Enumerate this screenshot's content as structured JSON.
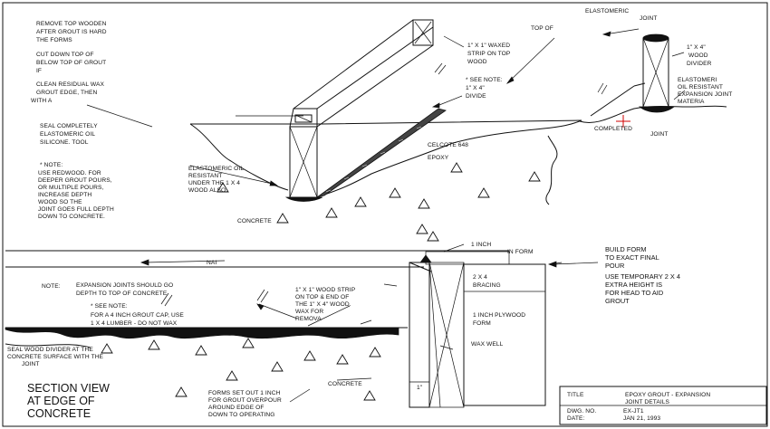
{
  "notes": {
    "remove_top": [
      "REMOVE TOP WOODEN",
      "AFTER GROUT IS HARD",
      "THE FORMS"
    ],
    "cut_down": [
      "CUT DOWN TOP OF",
      "BELOW TOP OF GROUT",
      "IF"
    ],
    "clean_residual": [
      "CLEAN RESIDUAL WAX",
      "GROUT EDGE, THEN",
      "WITH A"
    ],
    "seal_completely": [
      "SEAL COMPLETELY",
      "ELASTOMERIC OIL",
      "SILICONE. TOOL"
    ],
    "note_redwood": [
      "* NOTE:",
      "USE REDWOOD. FOR",
      "DEEPER GROUT POURS,",
      "OR MULTIPLE POURS,",
      "INCREASE DEPTH",
      "WOOD SO THE",
      "JOINT GOES FULL DEPTH",
      "DOWN TO CONCRETE."
    ],
    "elastomeric_oil": [
      "ELASTOMERIC OIL",
      "RESISTANT",
      "UNDER THE 1 X 4",
      "WOOD ALSO."
    ],
    "concrete_upper": "CONCRETE",
    "top_of": "TOP OF",
    "waxed_strip": [
      "1\" X 1\" WAXED",
      "STRIP ON TOP",
      "WOOD"
    ],
    "see_note_divider": [
      "* SEE NOTE:",
      "1\" X 4\"",
      "DIVIDE"
    ],
    "celcote": "CELCOTE 648",
    "epoxy": "EPOXY",
    "elastomeric_top": "ELASTOMERIC",
    "joint_top": "JOINT",
    "wood_divider": [
      "1\" X 4\"",
      "WOOD",
      "DIVIDER"
    ],
    "exp_joint_material": [
      "ELASTOMERI",
      "OIL RESISTANT",
      "EXPANSION JOINT",
      "MATERIA"
    ],
    "completed": "COMPLETED",
    "joint_bottom": "JOINT",
    "one_inch": "1 INCH",
    "in_form": "IN FORM",
    "nai": "NAI",
    "note_label": "NOTE:",
    "expansion_joints": [
      "EXPANSION JOINTS SHOULD GO",
      "DEPTH TO TOP OF CONCRETE"
    ],
    "see_note_grout": [
      "* SEE NOTE:",
      "FOR A 4 INCH GROUT CAP, USE",
      "1 X 4 LUMBER - DO NOT WAX"
    ],
    "wood_strip_end": [
      "1\" X 1\" WOOD STRIP",
      "ON TOP & END OF",
      "THE 1\" X 4\" WOOD.",
      "WAX FOR",
      "REMOVA"
    ],
    "bracing": [
      "2 X 4",
      "BRACING"
    ],
    "plywood_form": [
      "1 INCH PLYWOOD",
      "FORM"
    ],
    "wax_well": "WAX WELL",
    "build_form": [
      "BUILD FORM",
      "TO EXACT FINAL",
      "POUR",
      "USE TEMPORARY 2 X 4",
      "EXTRA HEIGHT IS",
      "FOR HEAD TO AID",
      "GROUT"
    ],
    "seal_wood_divider": [
      "SEAL WOOD DIVIDER AT THE",
      "CONCRETE SURFACE WITH THE",
      "JOINT"
    ],
    "concrete_lower": "CONCRETE",
    "one_inch_quote": "1\"",
    "forms_set_out": [
      "FORMS SET OUT 1 INCH",
      "FOR GROUT OVERPOUR",
      "AROUND EDGE OF",
      "DOWN TO OPERATING"
    ],
    "section_view": [
      "SECTION VIEW",
      "AT EDGE OF",
      "CONCRETE"
    ]
  },
  "title_block": {
    "title_label": "TITLE",
    "title_value": [
      "EPOXY GROUT - EXPANSION",
      "JOINT DETAILS"
    ],
    "dwg_label": "DWG. NO.",
    "dwg_value": "EX-JT1",
    "date_label": "DATE:",
    "date_value": "JAN 21, 1993"
  }
}
